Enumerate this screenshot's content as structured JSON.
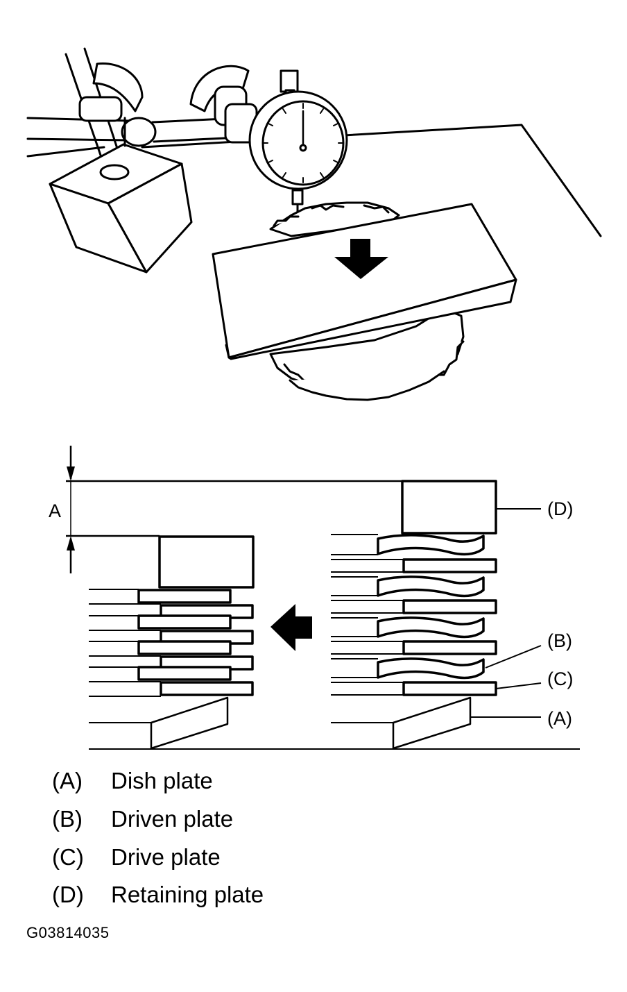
{
  "dimension": {
    "label": "A"
  },
  "callouts": {
    "d": "(D)",
    "b": "(B)",
    "c": "(C)",
    "a": "(A)"
  },
  "legend": [
    {
      "key": "(A)",
      "text": "Dish plate"
    },
    {
      "key": "(B)",
      "text": "Driven plate"
    },
    {
      "key": "(C)",
      "text": "Drive plate"
    },
    {
      "key": "(D)",
      "text": "Retaining plate"
    }
  ],
  "figure_id": "G03814035"
}
